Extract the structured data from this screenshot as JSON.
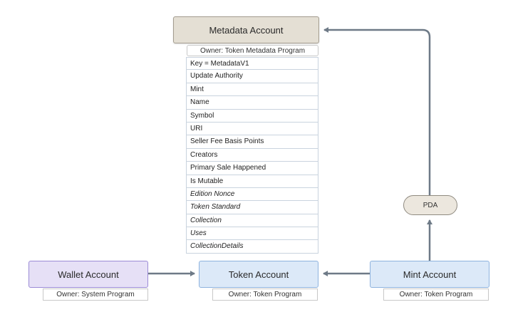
{
  "metadata_account": {
    "title": "Metadata Account",
    "owner": "Owner: Token Metadata Program",
    "fields": [
      {
        "label": "Key = MetadataV1",
        "italic": false
      },
      {
        "label": "Update Authority",
        "italic": false
      },
      {
        "label": "Mint",
        "italic": false
      },
      {
        "label": "Name",
        "italic": false
      },
      {
        "label": "Symbol",
        "italic": false
      },
      {
        "label": "URI",
        "italic": false
      },
      {
        "label": "Seller Fee Basis Points",
        "italic": false
      },
      {
        "label": "Creators",
        "italic": false
      },
      {
        "label": "Primary Sale Happened",
        "italic": false
      },
      {
        "label": "Is Mutable",
        "italic": false
      },
      {
        "label": "Edition Nonce",
        "italic": true
      },
      {
        "label": "Token Standard",
        "italic": true
      },
      {
        "label": "Collection",
        "italic": true
      },
      {
        "label": "Uses",
        "italic": true
      },
      {
        "label": "CollectionDetails",
        "italic": true
      }
    ]
  },
  "wallet_account": {
    "title": "Wallet Account",
    "owner": "Owner: System Program"
  },
  "token_account": {
    "title": "Token Account",
    "owner": "Owner: Token Program"
  },
  "mint_account": {
    "title": "Mint Account",
    "owner": "Owner: Token Program"
  },
  "pda": {
    "label": "PDA"
  },
  "colors": {
    "metadata_fill": "#e4dfd4",
    "wallet_fill": "#e6e0f6",
    "token_fill": "#dce9f8",
    "arrow": "#6e7a87"
  }
}
